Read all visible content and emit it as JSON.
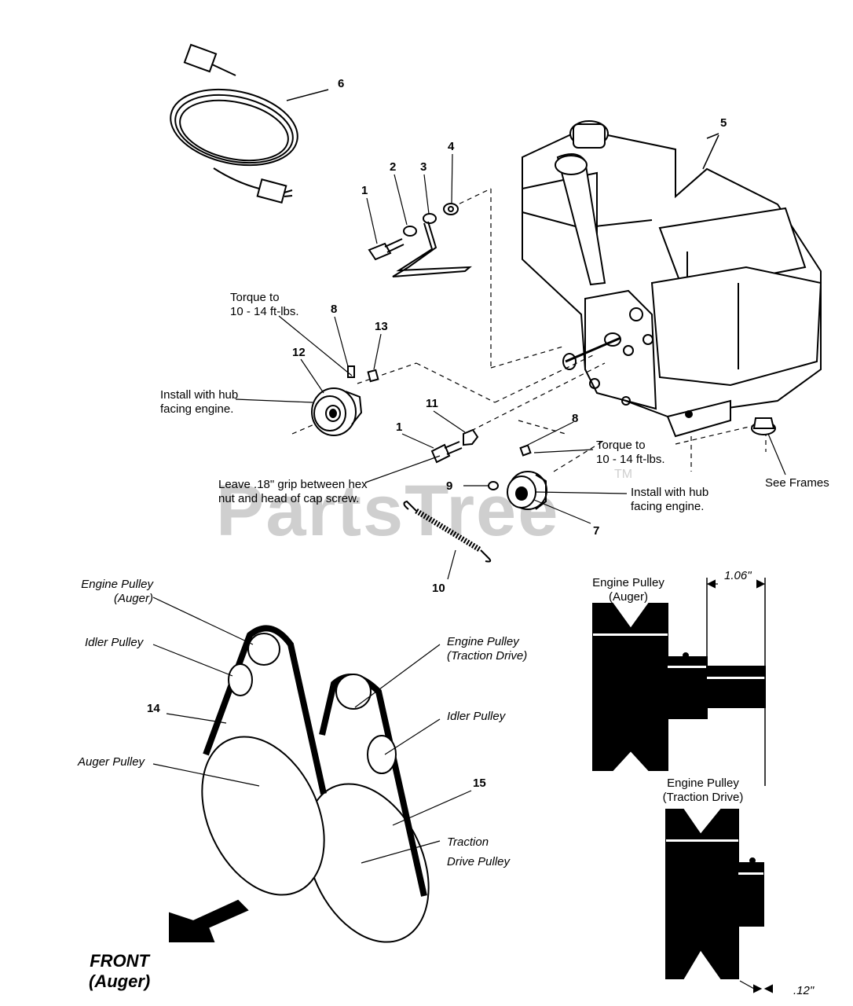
{
  "callouts": [
    "1",
    "2",
    "3",
    "4",
    "5",
    "6",
    "7",
    "8",
    "9",
    "10",
    "11",
    "12",
    "13",
    "14",
    "15",
    "1",
    "8"
  ],
  "notes": {
    "torque_a": [
      "Torque to",
      "10 - 14 ft-lbs."
    ],
    "torque_b": [
      "Torque to",
      "10 - 14 ft-lbs."
    ],
    "hub_a": [
      "Install with hub",
      "facing engine."
    ],
    "hub_b": [
      "Install with hub",
      "facing engine."
    ],
    "leave_grip": [
      "Leave .18\" grip between hex",
      "nut and head of cap screw."
    ],
    "see_frames": "See Frames"
  },
  "belt_labels": {
    "engine_pulley_auger": [
      "Engine Pulley",
      "(Auger)"
    ],
    "idler_pulley_1": "Idler Pulley",
    "engine_pulley_traction": [
      "Engine Pulley",
      "(Traction Drive)"
    ],
    "idler_pulley_2": "Idler Pulley",
    "auger_pulley": "Auger Pulley",
    "traction_drive_pulley": [
      "Traction",
      "Drive Pulley"
    ],
    "front": [
      "FRONT",
      "(Auger)"
    ]
  },
  "detail": {
    "auger_title": [
      "Engine Pulley",
      "(Auger)"
    ],
    "traction_title": [
      "Engine Pulley",
      "(Traction Drive)"
    ],
    "dim_top": "1.06\"",
    "dim_bottom": ".12\""
  },
  "watermark": "PartsTree",
  "trademark": "TM"
}
